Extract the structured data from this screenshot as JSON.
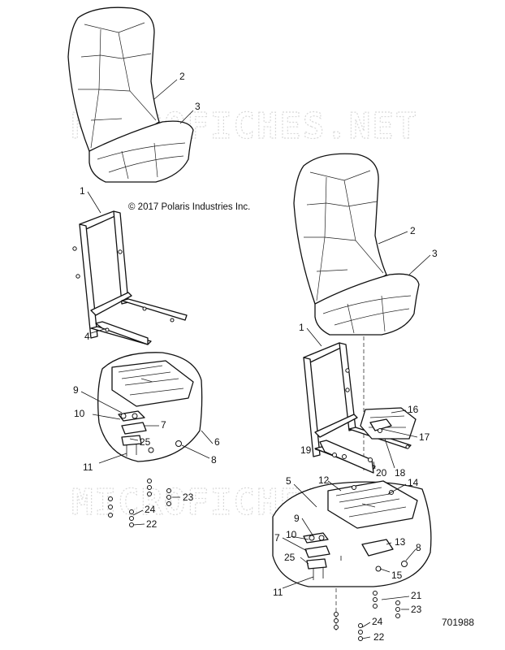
{
  "copyright": "© 2017 Polaris Industries Inc.",
  "watermark": "MICROFICHES.NET",
  "doc_number": "701988",
  "callouts": {
    "left": [
      "1",
      "2",
      "3",
      "4",
      "9",
      "10",
      "7",
      "25",
      "11",
      "6",
      "8",
      "23",
      "24",
      "22"
    ],
    "right": [
      "2",
      "3",
      "1",
      "16",
      "17",
      "19",
      "20",
      "18",
      "5",
      "12",
      "14",
      "9",
      "10",
      "7",
      "25",
      "13",
      "8",
      "15",
      "11",
      "21",
      "23",
      "24",
      "22"
    ]
  }
}
